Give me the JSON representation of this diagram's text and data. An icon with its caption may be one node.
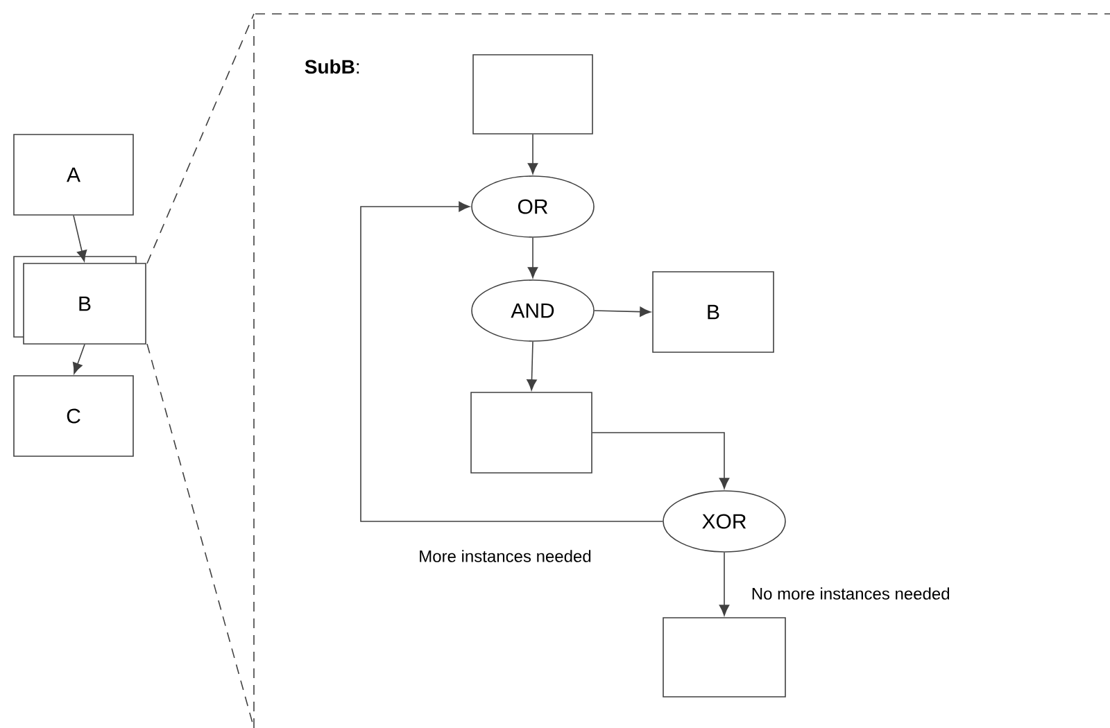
{
  "diagram": {
    "nodes": [
      {
        "text": [
          "A"
        ]
      },
      {
        "text": [
          "B"
        ]
      },
      {
        "text": [
          "C"
        ]
      },
      {
        "text": [],
        "shape": "box"
      },
      {
        "text": [
          "OR"
        ]
      },
      {
        "text": [
          "AND"
        ]
      },
      {
        "text": [
          "B"
        ]
      },
      {
        "text": [],
        "shape": "box"
      },
      {
        "text": [
          "XOR"
        ]
      },
      {
        "text": [],
        "shape": "box"
      }
    ],
    "edges": [
      {
        "from": 0,
        "to": 1,
        "arrow": "to"
      },
      {
        "from": 1,
        "to": 2,
        "arrow": "to"
      },
      {
        "from": 3,
        "to": 4,
        "arrow": "to"
      },
      {
        "from": 4,
        "to": 5,
        "arrow": "to"
      },
      {
        "from": 5,
        "to": 6,
        "arrow": "to"
      },
      {
        "from": 5,
        "to": 7,
        "arrow": "to"
      },
      {
        "from": 7,
        "to": 8,
        "arrow": "to"
      },
      {
        "from": 8,
        "to": 4,
        "arrow": "to",
        "label": "More instances needed"
      },
      {
        "from": 8,
        "to": 9,
        "arrow": "to",
        "label": "No more instances needed"
      }
    ],
    "labels": [
      "**SubB**:"
    ]
  }
}
